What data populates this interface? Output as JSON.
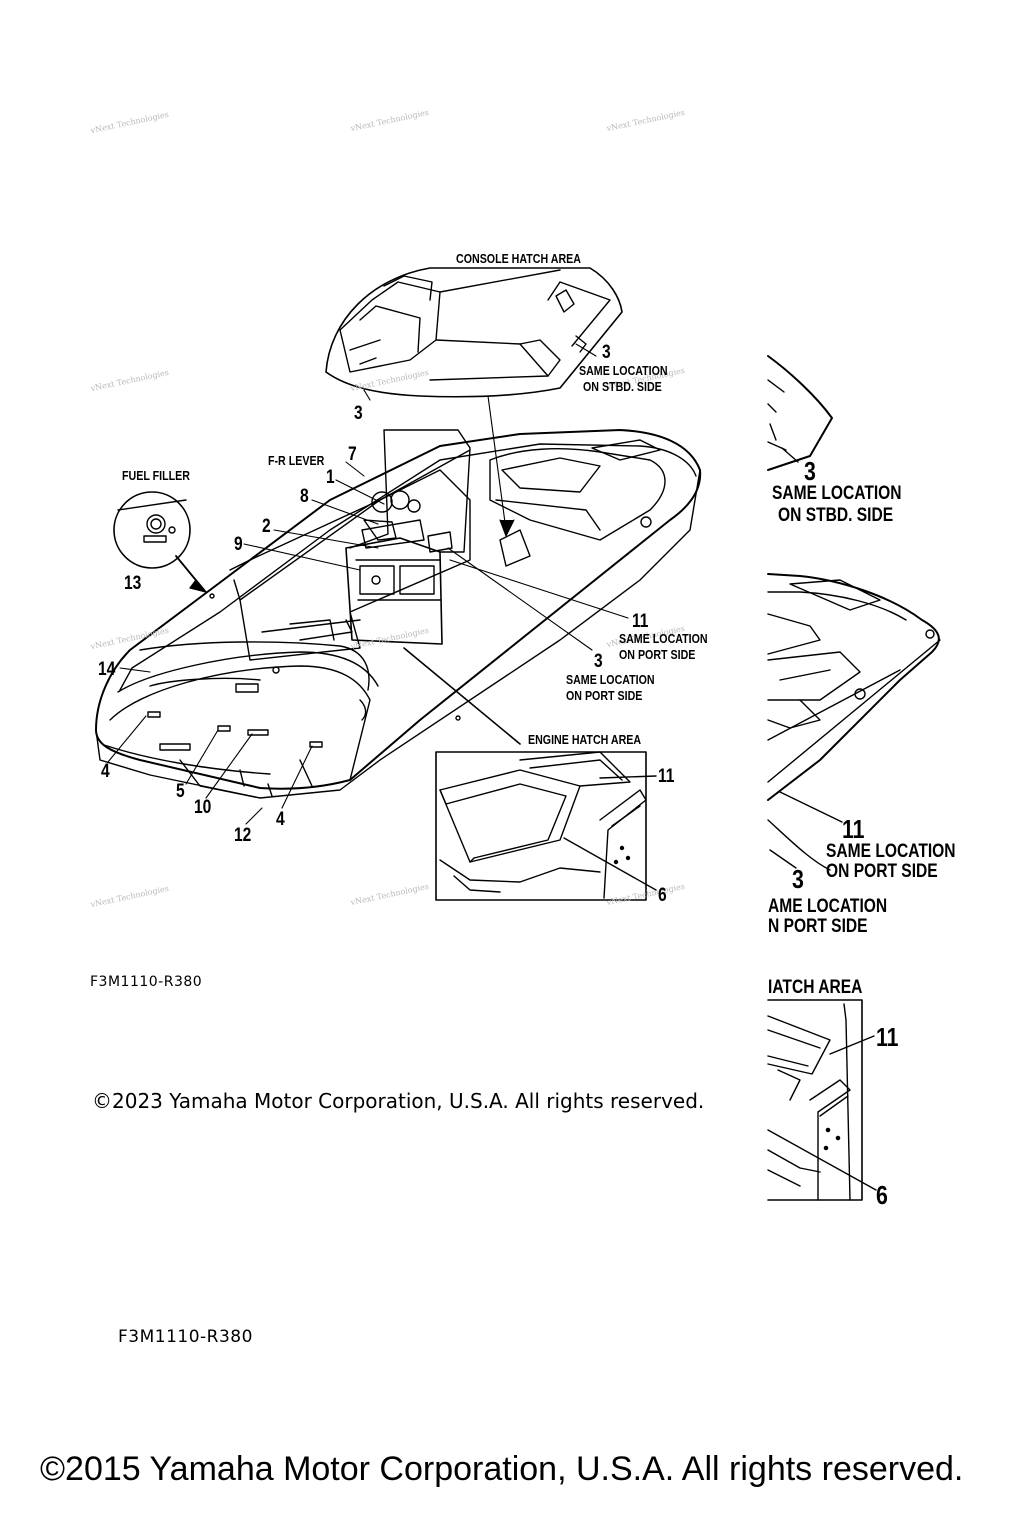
{
  "watermark_text": "vNext Technologies",
  "labels": {
    "console_hatch_area": "CONSOLE HATCH AREA",
    "engine_hatch_area": "ENGINE HATCH AREA",
    "fuel_filler": "FUEL FILLER",
    "fr_lever": "F-R LEVER",
    "same_location_stbd_side_line1": "SAME LOCATION",
    "same_location_stbd_side_line2": "ON STBD. SIDE",
    "same_location_port_side_line1": "SAME LOCATION",
    "same_location_port_side_line2": "ON PORT SIDE"
  },
  "callouts": {
    "n1": "1",
    "n2": "2",
    "n3": "3",
    "n4": "4",
    "n5": "5",
    "n6": "6",
    "n7": "7",
    "n8": "8",
    "n9": "9",
    "n10": "10",
    "n11": "11",
    "n12": "12",
    "n13": "13",
    "n14": "14"
  },
  "zoom_fragments": {
    "same_location_port_truncated": "AME LOCATION",
    "on_port_side_truncated": "N PORT SIDE",
    "hatch_area_truncated": "IATCH AREA"
  },
  "figure_code": "F3M1110-R380",
  "copyright_2023": "©2023 Yamaha Motor Corporation, U.S.A. All rights reserved.",
  "copyright_2015": "©2015 Yamaha Motor Corporation, U.S.A. All rights reserved."
}
